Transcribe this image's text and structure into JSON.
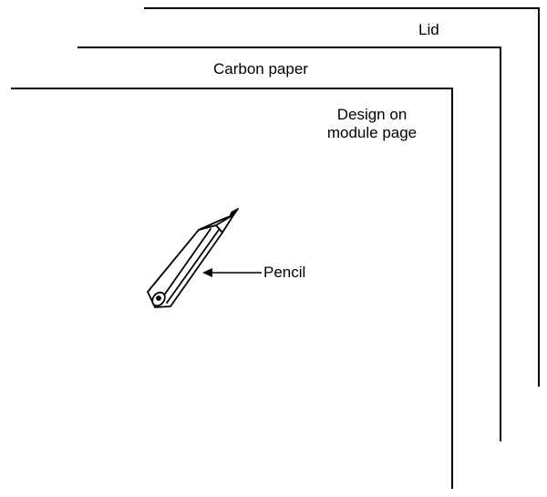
{
  "diagram": {
    "labels": {
      "lid": "Lid",
      "carbon_paper": "Carbon paper",
      "design_line1": "Design on",
      "design_line2": "module page",
      "pencil": "Pencil"
    },
    "colors": {
      "line": "#000000",
      "background": "#ffffff"
    }
  }
}
